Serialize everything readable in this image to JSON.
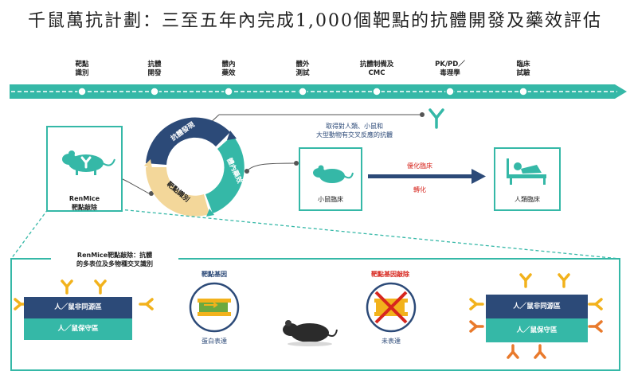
{
  "title": "千鼠萬抗計劃：三至五年內完成1,000個靶點的抗體開發及藥效評估",
  "timeline": {
    "stages": [
      {
        "label": "靶點\n識別"
      },
      {
        "label": "抗體\n開發"
      },
      {
        "label": "體內\n藥效"
      },
      {
        "label": "體外\n測試"
      },
      {
        "label": "抗體制備及\nCMC"
      },
      {
        "label": "PK/PD／\n毒理學"
      },
      {
        "label": "臨床\n試驗"
      }
    ]
  },
  "cycle": {
    "segments": [
      "抗體發現",
      "體內藥效",
      "靶點識別"
    ]
  },
  "renmice_box": {
    "label_line1": "RenMice",
    "label_line2": "靶點敲除"
  },
  "note_cross_reactive": {
    "line1": "取得對人類、小鼠和",
    "line2": "大型動物有交叉反應的抗體"
  },
  "mouse_clinic": {
    "label": "小鼠臨床"
  },
  "arrow": {
    "top_label": "優化臨床",
    "bottom_label": "轉化"
  },
  "human_clinic": {
    "label": "人類臨床"
  },
  "bottom_panel": {
    "heading_line1": "RenMice靶點敲除：抗體",
    "heading_line2": "的多表位及多物種交叉識別",
    "left_block": {
      "top": "人／鼠非同源區",
      "bottom": "人／鼠保守區"
    },
    "gene_target": {
      "title": "靶點基因",
      "caption": "蛋白表達"
    },
    "gene_knockout": {
      "title": "靶點基因敲除",
      "caption": "未表達"
    },
    "right_block": {
      "top": "人／鼠非同源區",
      "bottom": "人／鼠保守區"
    }
  },
  "colors": {
    "teal": "#35b8a7",
    "navy": "#2c4a78",
    "dark_navy": "#203a66",
    "tan": "#f3d79a",
    "gold": "#f2b21c",
    "orange": "#e97a2c",
    "red": "#d7261e"
  }
}
